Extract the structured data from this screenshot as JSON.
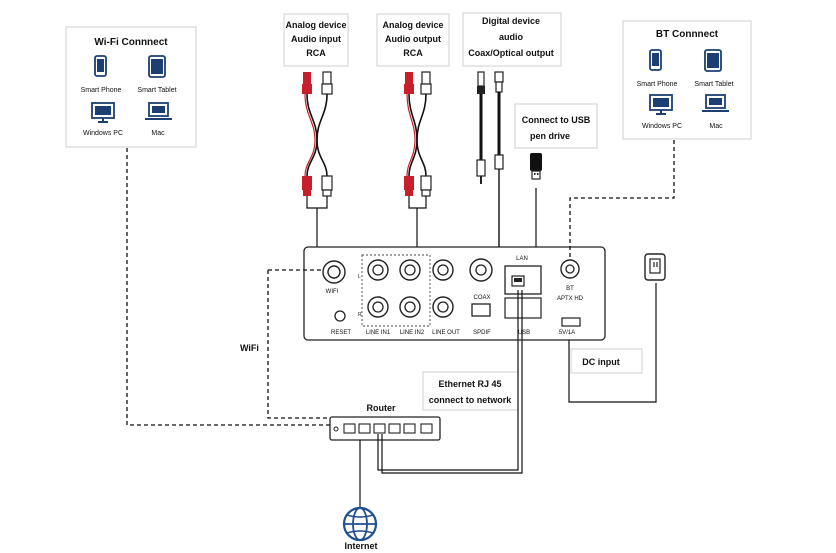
{
  "wifi_box": {
    "title": "Wi-Fi Connnect",
    "items": [
      "Smart Phone",
      "Smart Tablet",
      "Windows PC",
      "Mac"
    ]
  },
  "bt_box": {
    "title": "BT Connnect",
    "items": [
      "Smart Phone",
      "Smart Tablet",
      "Windows PC",
      "Mac"
    ]
  },
  "callouts": {
    "analog_in": [
      "Analog device",
      "Audio input",
      "RCA"
    ],
    "analog_out": [
      "Analog device",
      "Audio output",
      "RCA"
    ],
    "digital": [
      "Digital device",
      "audio",
      "Coax/Optical output"
    ],
    "usb": [
      "Connect to USB",
      "pen drive"
    ],
    "dc": "DC input",
    "ethernet": [
      "Ethernet RJ 45",
      "connect to network"
    ]
  },
  "panel": {
    "wifi": "WIFI",
    "reset": "RESET",
    "line_in1": "LINE IN1",
    "line_in2": "LINE IN2",
    "line_out": "LINE OUT",
    "coax": "COAX",
    "spdif": "SPDIF",
    "lan": "LAN",
    "usb": "USB",
    "bt": "BT",
    "aptx": "APTX HD",
    "power": "5V/1A",
    "l": "L",
    "r": "R"
  },
  "labels": {
    "wifi_link": "WiFi",
    "router": "Router",
    "internet": "Internet"
  },
  "colors": {
    "plug_red": "#c8202a",
    "box_border": "#cfcfcf",
    "line": "#111111",
    "globe": "#1f4f8f"
  },
  "icons": [
    "smartphone-icon",
    "tablet-icon",
    "monitor-icon",
    "laptop-icon",
    "globe-icon",
    "usb-drive-icon",
    "power-outlet-icon"
  ]
}
